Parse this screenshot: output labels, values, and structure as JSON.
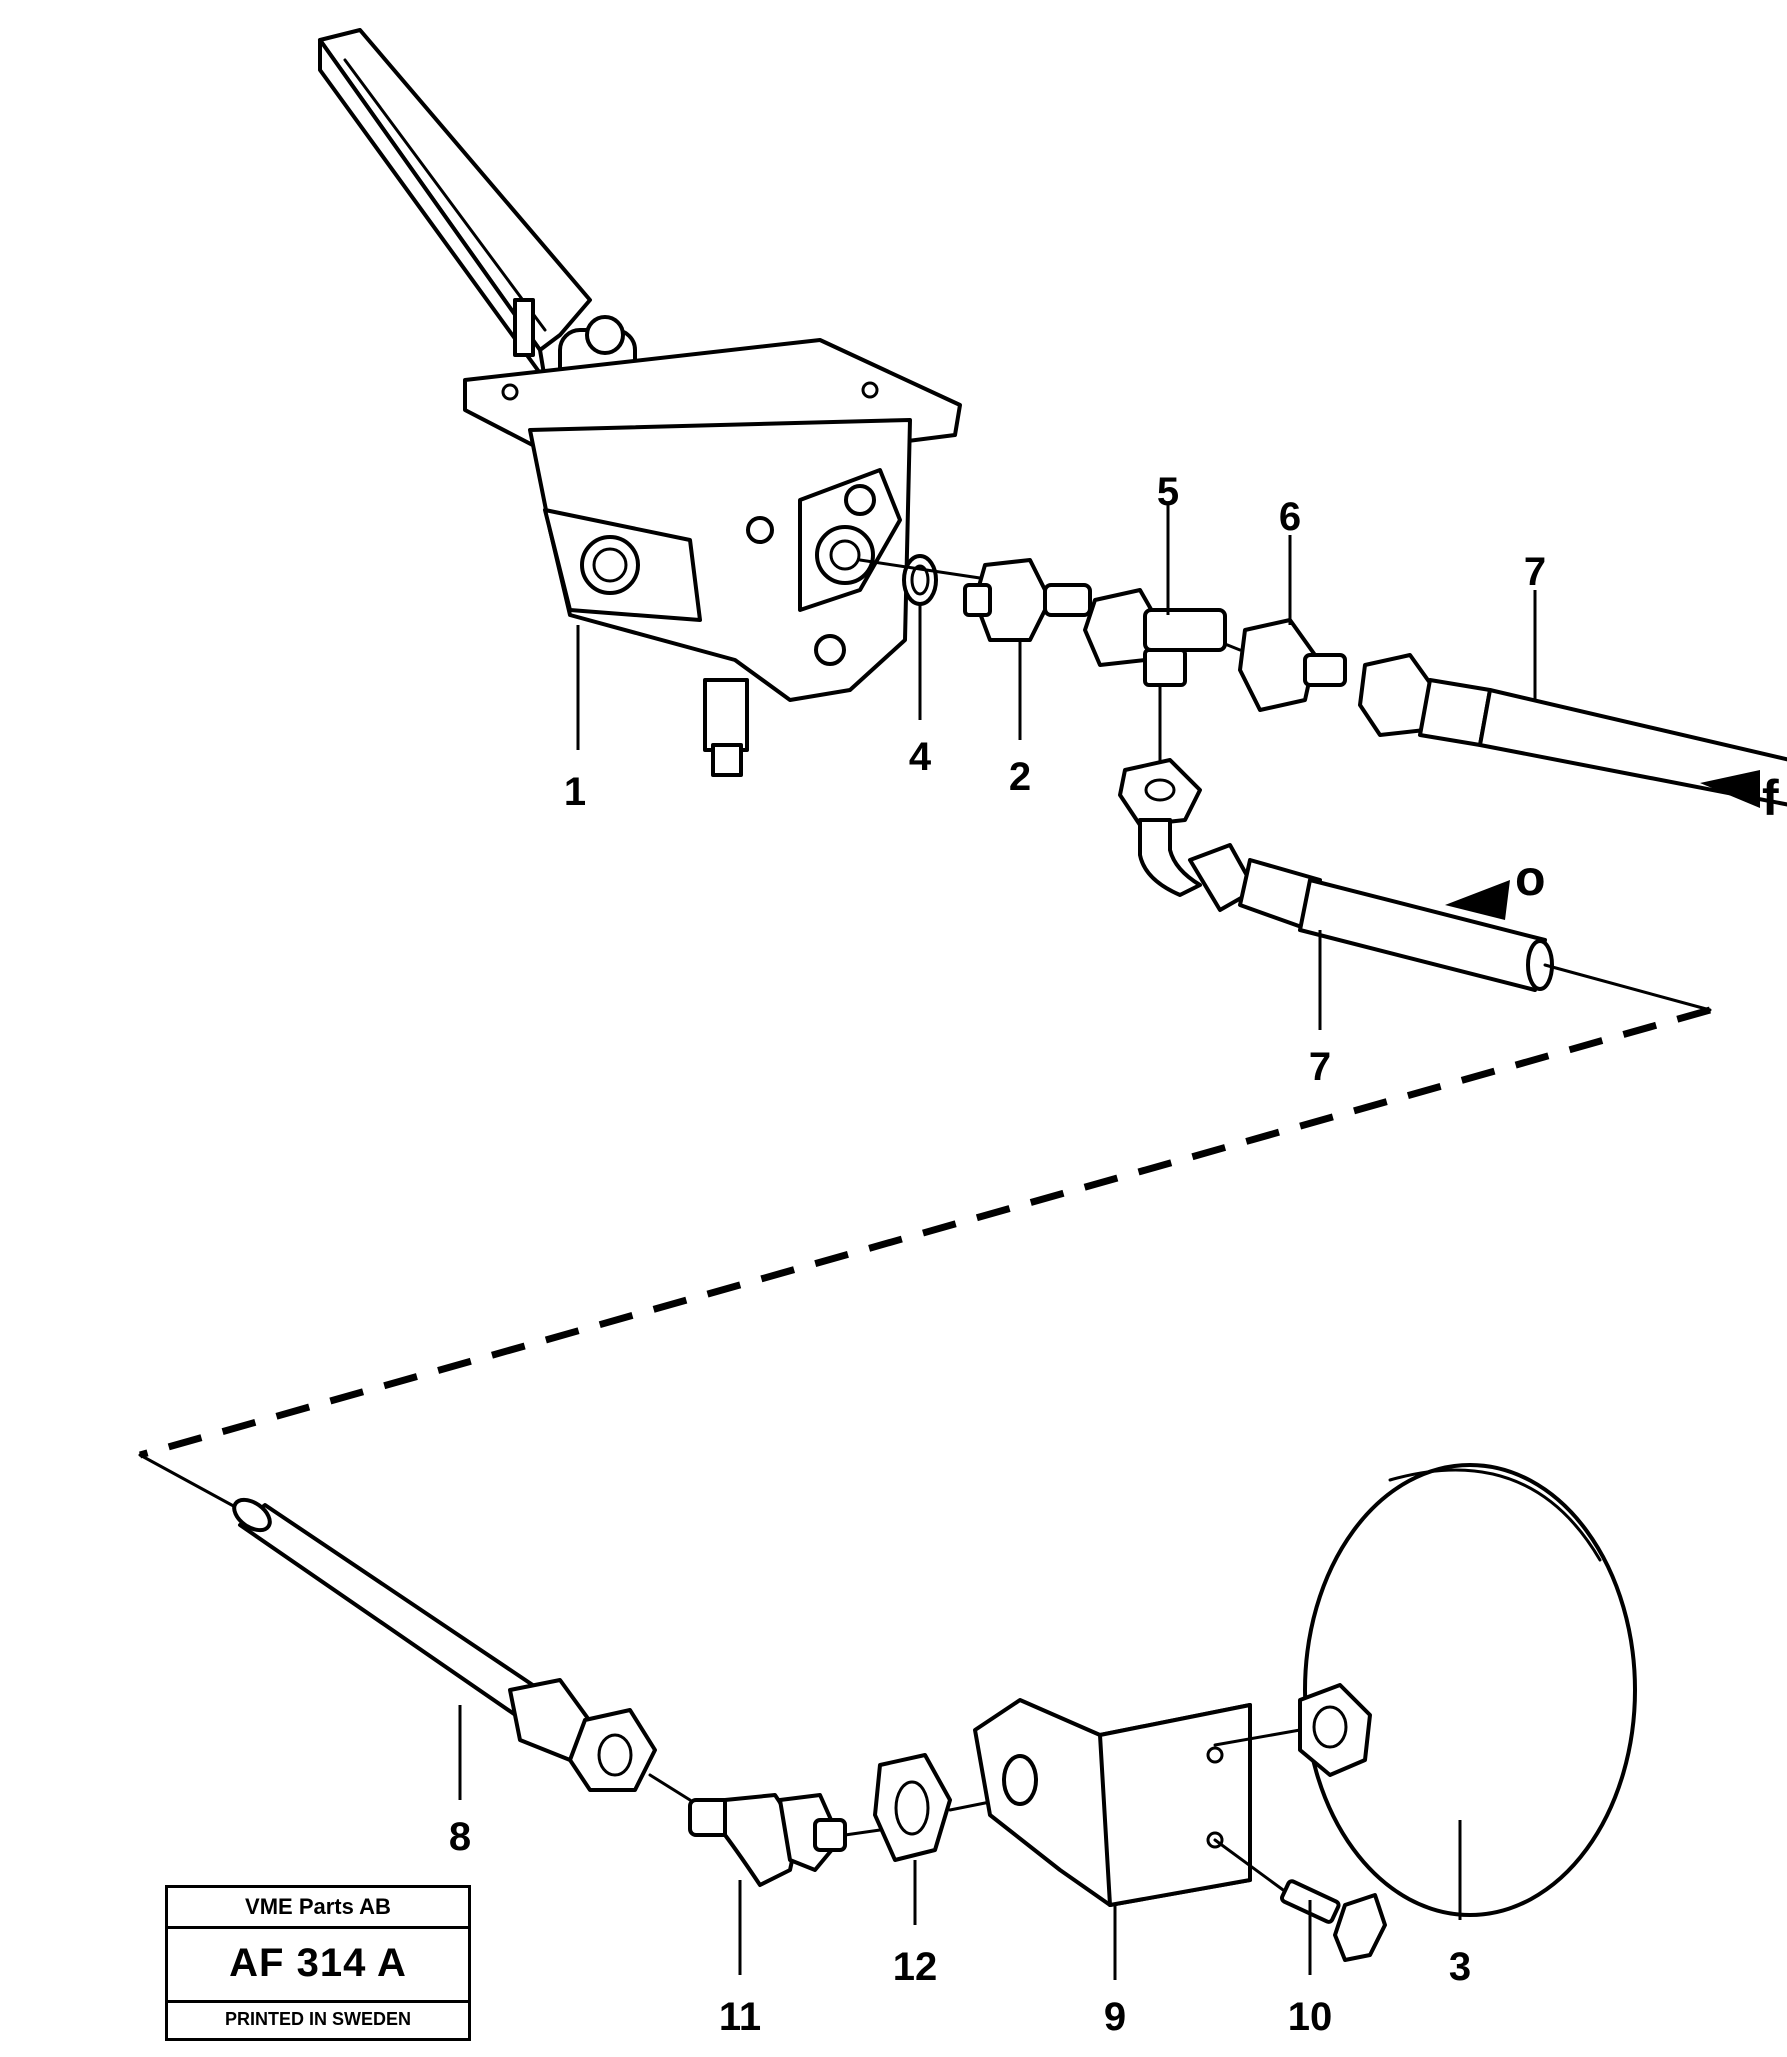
{
  "callouts": [
    "1",
    "2",
    "3",
    "4",
    "5",
    "6",
    "7",
    "7",
    "8",
    "9",
    "10",
    "11",
    "12"
  ],
  "flow_markers": [
    "f",
    "o"
  ],
  "title_block": {
    "company": "VME Parts AB",
    "code": "AF 314 A",
    "printed": "PRINTED IN SWEDEN"
  }
}
